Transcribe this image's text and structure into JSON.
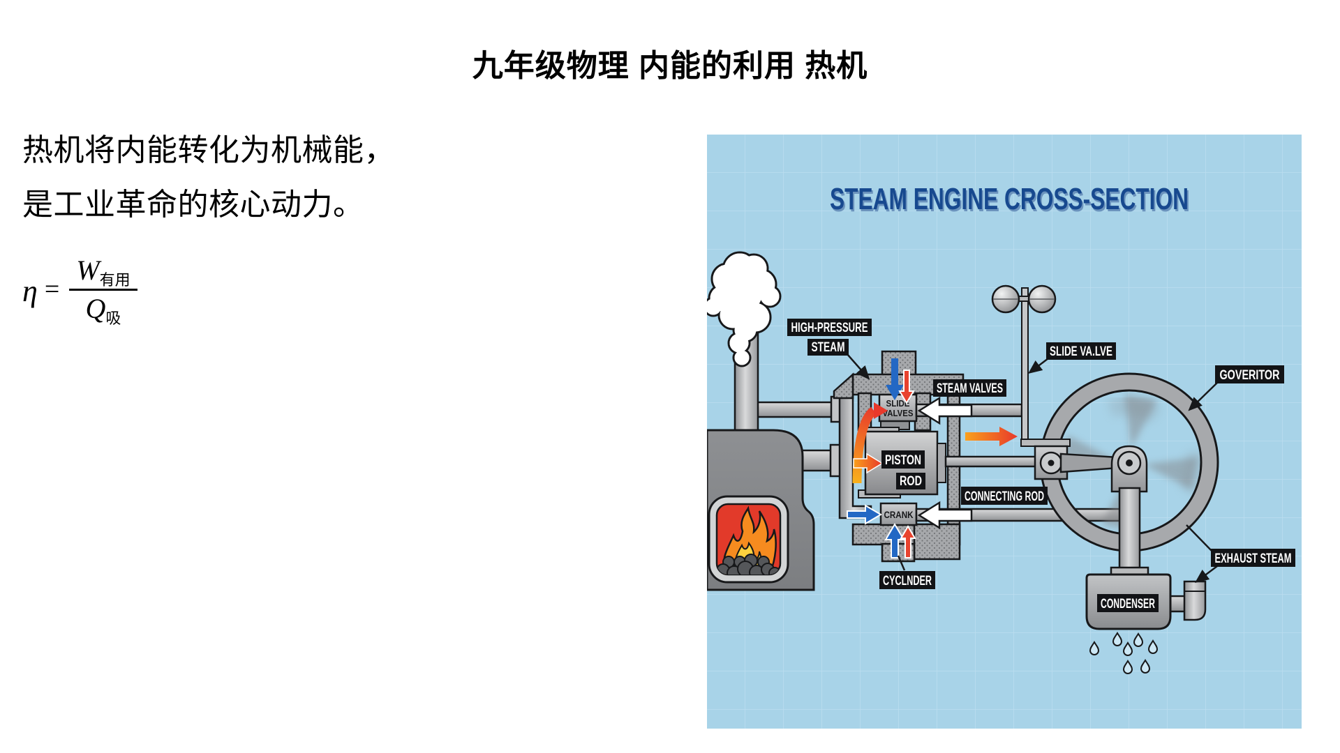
{
  "page": {
    "title": "九年级物理 内能的利用 热机"
  },
  "intro": {
    "line1": "热机将内能转化为机械能，",
    "line2": "是工业革命的核心动力。"
  },
  "formula": {
    "eta": "η",
    "equals": "=",
    "numerator_main": "W",
    "numerator_sub": "有用",
    "denominator_main": "Q",
    "denominator_sub": "吸"
  },
  "diagram": {
    "title": "STEAM ENGINE CROSS-SECTION",
    "labels": {
      "high_pressure_line1": "HIGH-PRESSURE",
      "high_pressure_line2": "STEAM",
      "steam_valves": "STEAM VALVES",
      "slide_valve": "SLIDE VA.LVE",
      "governor": "GOVERITOR",
      "connecting_rod": "CONNECTING ROD",
      "exhaust_steam": "EXHAUST STEAM",
      "cylinder": "CYCLNDER",
      "condenser": "CONDENSER",
      "piston_line1": "PISTON",
      "piston_line2": "ROD",
      "slide_valves_line1": "SLIDE",
      "slide_valves_line2": "VALVES",
      "crank": "CRANK"
    },
    "colors": {
      "background": "#a8d3e8",
      "grid": "#bcdeef",
      "title": "#17498f",
      "label_bg": "#121316",
      "label_text": "#ffffff",
      "steel": "#a7a9ac",
      "steel_dark": "#808285",
      "fire_red": "#e23a2a",
      "fire_orange": "#f68b1f",
      "fire_yellow": "#ffd23f",
      "arrow_blue": "#2368c4",
      "arrow_red": "#e8392b"
    }
  }
}
